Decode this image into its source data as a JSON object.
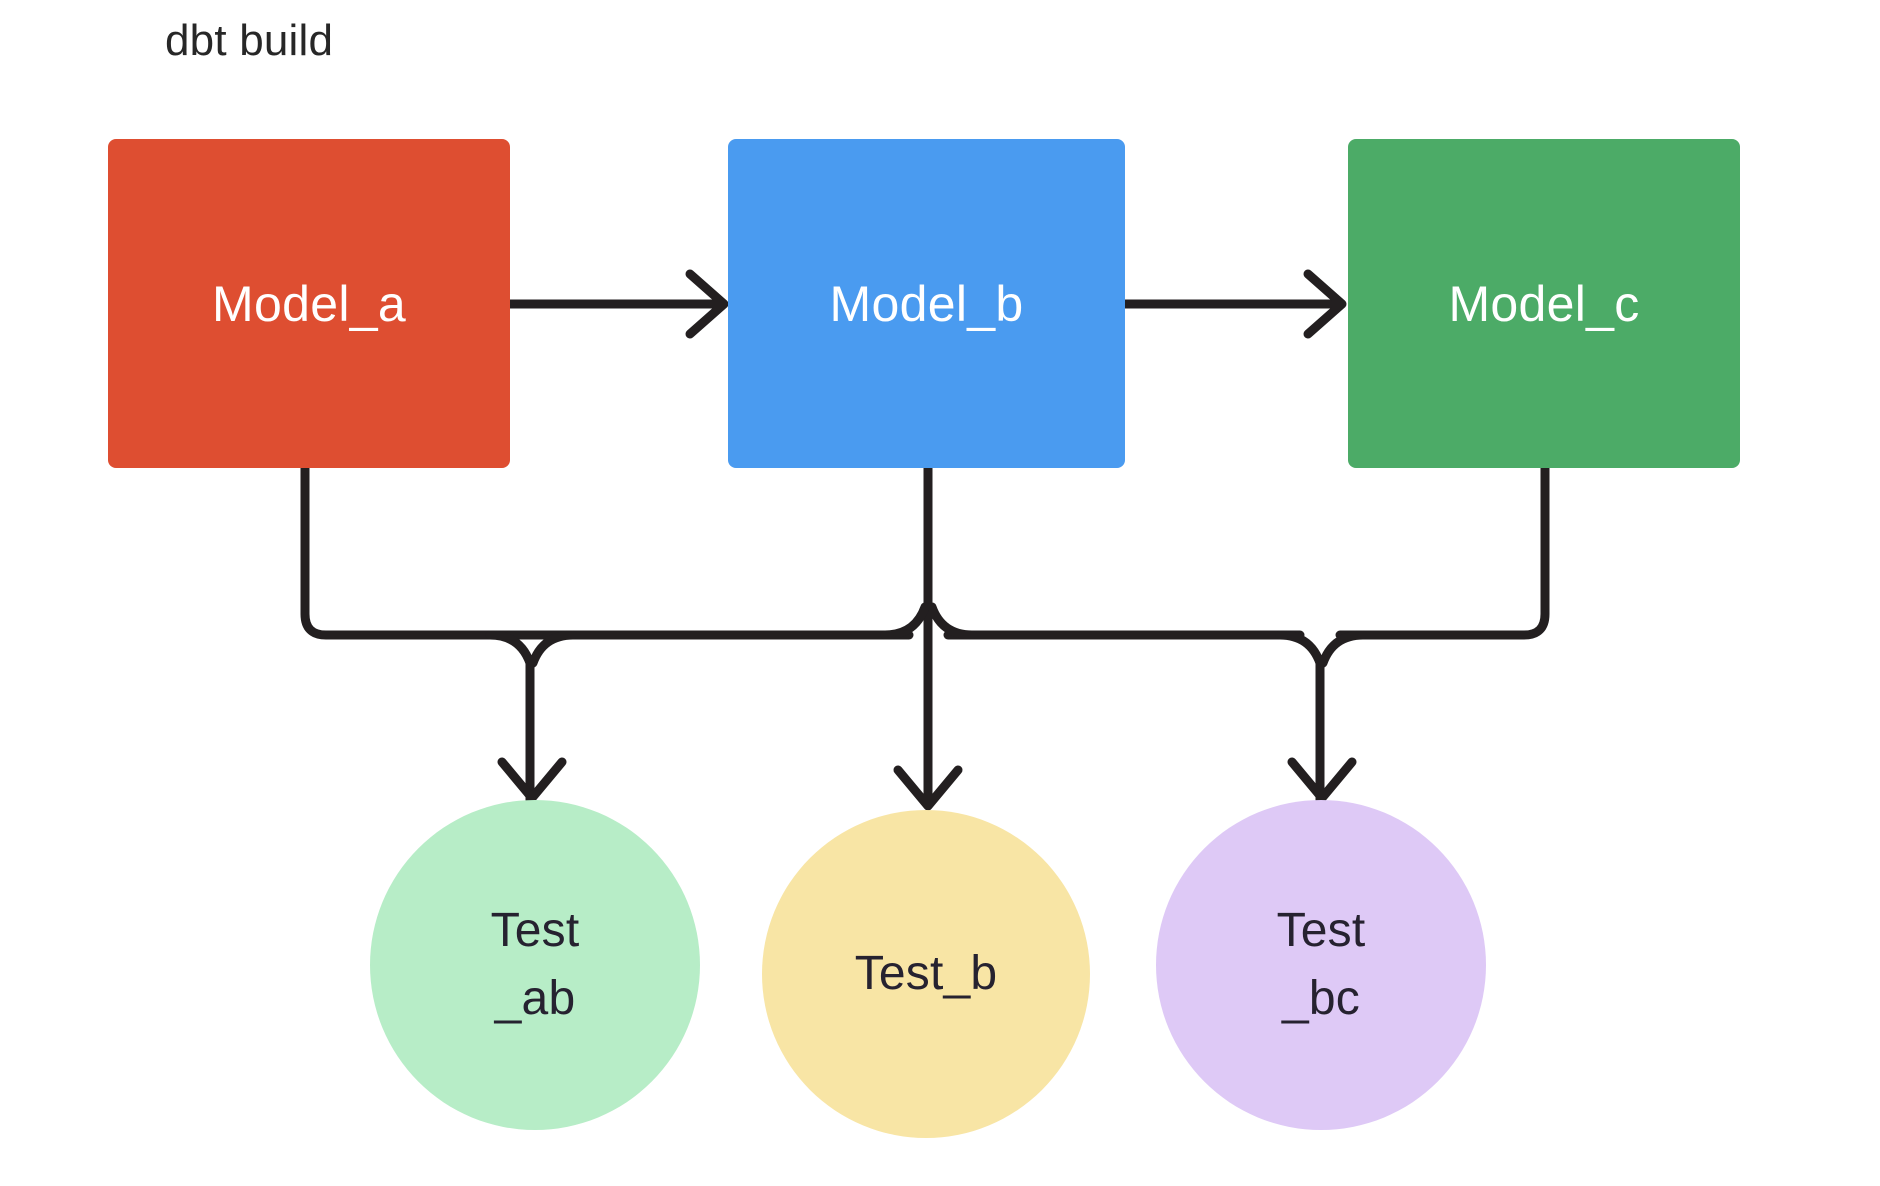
{
  "diagram": {
    "title": "dbt build",
    "background_color": "#ffffff",
    "edge_color": "#231f20",
    "edge_width": 9
  },
  "models": [
    {
      "id": "model_a",
      "label": "Model_a",
      "fill": "#DE4E31",
      "text_color": "#ffffff",
      "shape": "rounded-rect"
    },
    {
      "id": "model_b",
      "label": "Model_b",
      "fill": "#4A9BF0",
      "text_color": "#ffffff",
      "shape": "rounded-rect"
    },
    {
      "id": "model_c",
      "label": "Model_c",
      "fill": "#4CAB67",
      "text_color": "#ffffff",
      "shape": "rounded-rect"
    }
  ],
  "tests": [
    {
      "id": "test_ab",
      "label": "Test\n_ab",
      "fill": "#B7EDC7",
      "text_color": "#262230",
      "shape": "circle"
    },
    {
      "id": "test_b",
      "label": "Test_b",
      "fill": "#F8E5A5",
      "text_color": "#262230",
      "shape": "circle"
    },
    {
      "id": "test_bc",
      "label": "Test\n_bc",
      "fill": "#DEC9F6",
      "text_color": "#262230",
      "shape": "circle"
    }
  ],
  "edges": [
    {
      "from": "model_a",
      "to": "model_b",
      "kind": "arrow-right"
    },
    {
      "from": "model_b",
      "to": "model_c",
      "kind": "arrow-right"
    },
    {
      "from": "model_a",
      "to": "test_ab",
      "kind": "arrow-down-elbow"
    },
    {
      "from": "model_b",
      "to": "test_b",
      "kind": "arrow-down"
    },
    {
      "from": "model_b",
      "to": "test_ab",
      "kind": "arrow-down-elbow"
    },
    {
      "from": "model_b",
      "to": "test_bc",
      "kind": "arrow-down-elbow"
    },
    {
      "from": "model_c",
      "to": "test_bc",
      "kind": "arrow-down-elbow"
    }
  ]
}
